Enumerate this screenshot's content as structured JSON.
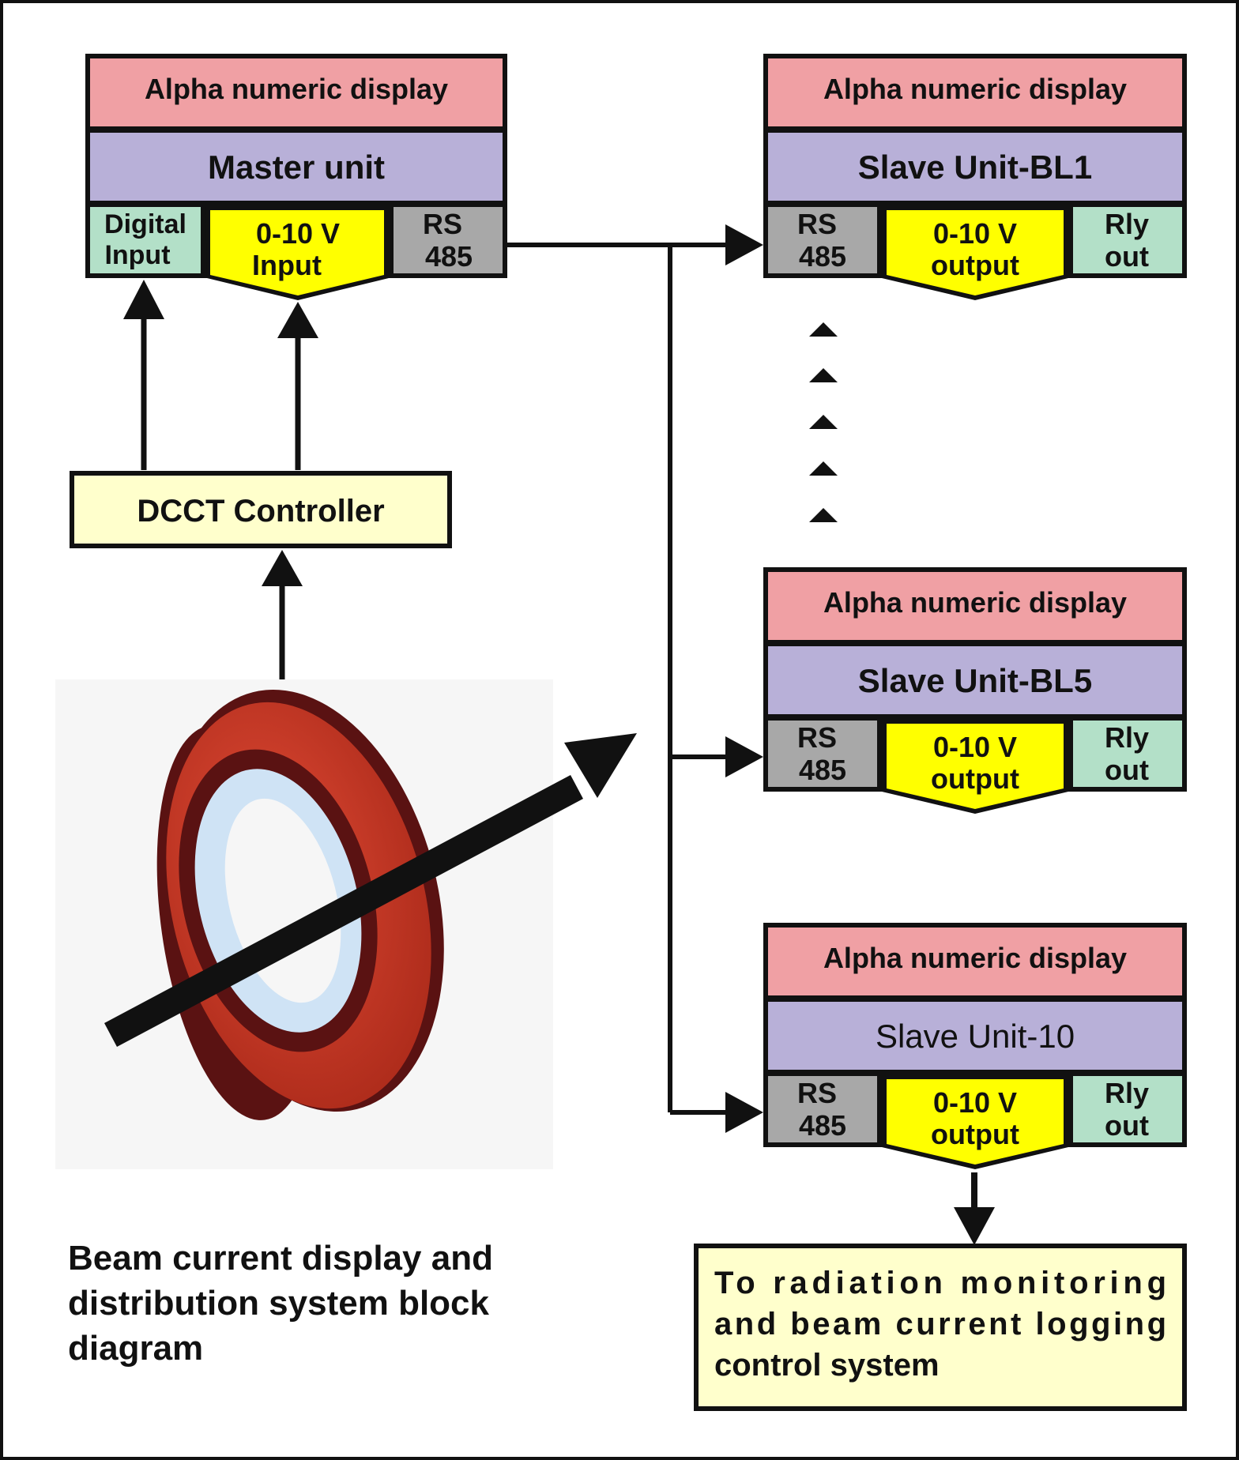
{
  "caption": [
    "Beam current display and",
    "distribution system block",
    "diagram"
  ],
  "colors": {
    "display": "#F0A0A4",
    "unit": "#B8B0D8",
    "digital": "#B3E0C8",
    "analog": "#FFFF00",
    "rs485": "#A8A8A8",
    "relay": "#B3E0C8",
    "controller": "#FFFFCC",
    "ring_outer": "#C03020",
    "ring_dark": "#5A1212",
    "ring_core": "#CFE3F5"
  },
  "master": {
    "display": "Alpha numeric display",
    "title": "Master unit",
    "digital": [
      "Digital",
      "Input"
    ],
    "analog": [
      "0-10 V",
      "Input"
    ],
    "rs485": [
      "RS",
      "485"
    ]
  },
  "slaves": [
    {
      "display": "Alpha numeric display",
      "title": "Slave Unit-BL1",
      "rs485": [
        "RS",
        "485"
      ],
      "analog": [
        "0-10 V",
        "output"
      ],
      "relay": [
        "Rly",
        "out"
      ]
    },
    {
      "display": "Alpha numeric display",
      "title": "Slave Unit-BL5",
      "rs485": [
        "RS",
        "485"
      ],
      "analog": [
        "0-10 V",
        "output"
      ],
      "relay": [
        "Rly",
        "out"
      ]
    },
    {
      "display": "Alpha numeric display",
      "title": "Slave Unit-10",
      "rs485": [
        "RS",
        "485"
      ],
      "analog": [
        "0-10 V",
        "output"
      ],
      "relay": [
        "Rly",
        "out"
      ]
    }
  ],
  "controller": "DCCT Controller",
  "destination": [
    "To radiation monitoring",
    "and beam current logging",
    "control system"
  ],
  "icons": {
    "sensor": "dcct-ring-icon",
    "beam": "beam-arrow-icon",
    "ellipsis": "ellipsis-arrows-icon"
  }
}
